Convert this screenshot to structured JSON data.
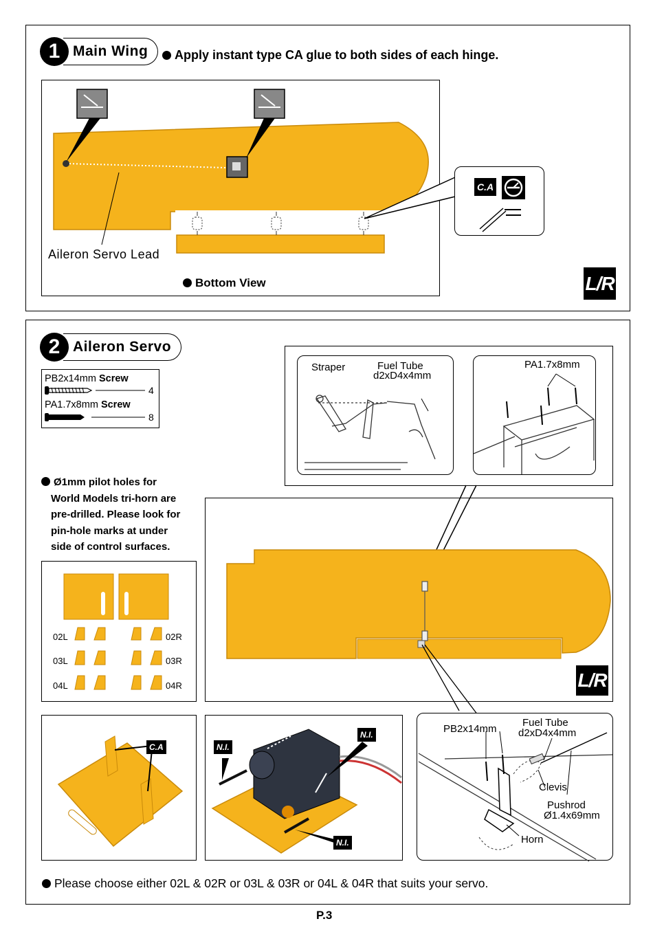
{
  "step1": {
    "number": "1",
    "title": "Main Wing",
    "instruction": "Apply instant type CA glue to both sides of each hinge.",
    "aileron_lead_label": "Aileron Servo Lead",
    "view_label": "Bottom View",
    "lr_badge": "L/R",
    "ca_tag": "C.A"
  },
  "step2": {
    "number": "2",
    "title": "Aileron Servo",
    "parts": [
      {
        "name": "PB2x14mm",
        "type": "Screw",
        "qty": "4"
      },
      {
        "name": "PA1.7x8mm",
        "type": "Screw",
        "qty": "8"
      }
    ],
    "note_lines": [
      "Ø1mm pilot holes for",
      "World Models tri-horn are",
      "pre-drilled.  Please look for",
      "pin-hole marks at under",
      "side of control surfaces."
    ],
    "detail_left": {
      "straper": "Straper",
      "fuel_tube": "Fuel Tube",
      "fuel_tube_size": "d2xD4x4mm"
    },
    "detail_right": {
      "screw": "PA1.7x8mm"
    },
    "mount_labels": {
      "l1": "02L",
      "r1": "02R",
      "l2": "03L",
      "r2": "03R",
      "l3": "04L",
      "r3": "04R"
    },
    "ca_tag": "C.A",
    "ni_tag": "N.I.",
    "lr_badge": "L/R",
    "linkage": {
      "screw": "PB2x14mm",
      "fuel_tube": "Fuel Tube",
      "fuel_tube_size": "d2xD4x4mm",
      "clevis": "Clevis",
      "pushrod": "Pushrod",
      "pushrod_size": "Ø1.4x69mm",
      "horn": "Horn"
    },
    "bottom_note": "Please choose either 02L & 02R or 03L & 03R or 04L & 04R that suits your servo."
  },
  "page_number": "P.3",
  "colors": {
    "wing": "#F5B31C",
    "wing_edge": "#C98A0A",
    "black": "#000000"
  }
}
